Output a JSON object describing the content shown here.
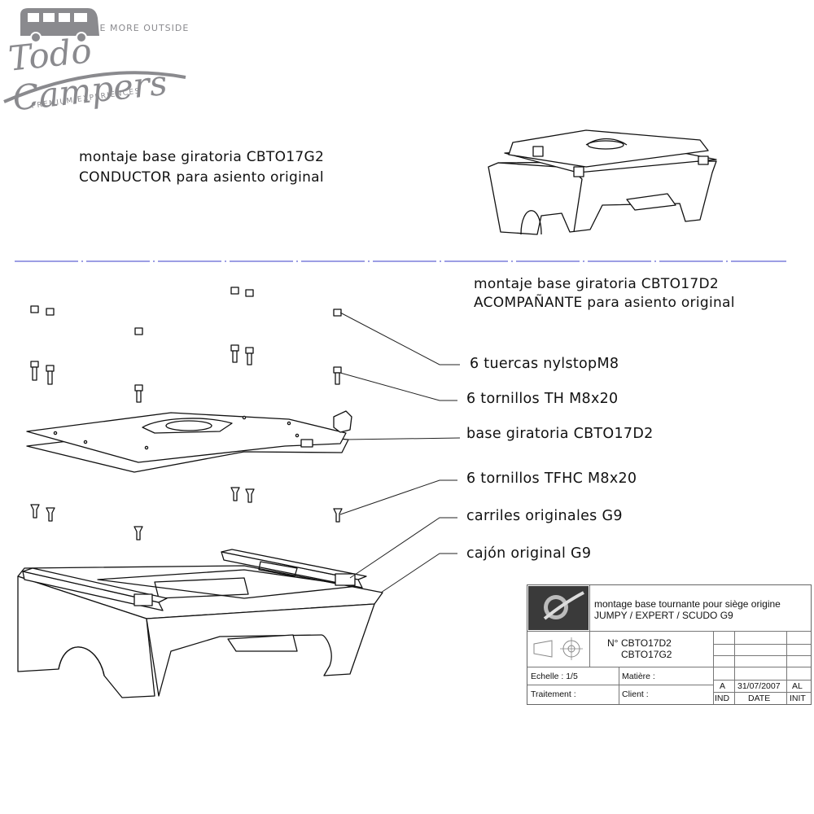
{
  "logo": {
    "tagline": "BE MORE OUTSIDE",
    "name": "Todo Campers",
    "subtitle": "PREMIUM EXPERIENCES"
  },
  "top_caption": {
    "line1": "montaje base giratoria CBTO17G2",
    "line2": "CONDUCTOR  para asiento original"
  },
  "bottom_caption": {
    "line1": "montaje base giratoria CBTO17D2",
    "line2": "ACOMPAÑANTE  para asiento original"
  },
  "callouts": [
    "6 tuercas nylstopM8",
    "6 tornillos TH M8x20",
    "base giratoria CBTO17D2",
    "6 tornillos TFHC M8x20",
    "carriles originales G9",
    "cajón original G9"
  ],
  "title_block": {
    "description_line1": "montage base tournante pour siège origine",
    "description_line2": "JUMPY / EXPERT / SCUDO G9",
    "number_prefix": "N°",
    "number1": "CBTO17D2",
    "number2": "CBTO17G2",
    "scale_label": "Echelle : 1/5",
    "material_label": "Matière :",
    "treatment_label": "Traitement :",
    "client_label": "Client :",
    "revision": "A",
    "date": "31/07/2007",
    "initials": "AL",
    "col_ind": "IND",
    "col_date": "DATE",
    "col_init": "INIT"
  },
  "colors": {
    "separator": "#7b7fdc",
    "logo_gray": "#8a8a8e",
    "line": "#111111"
  }
}
